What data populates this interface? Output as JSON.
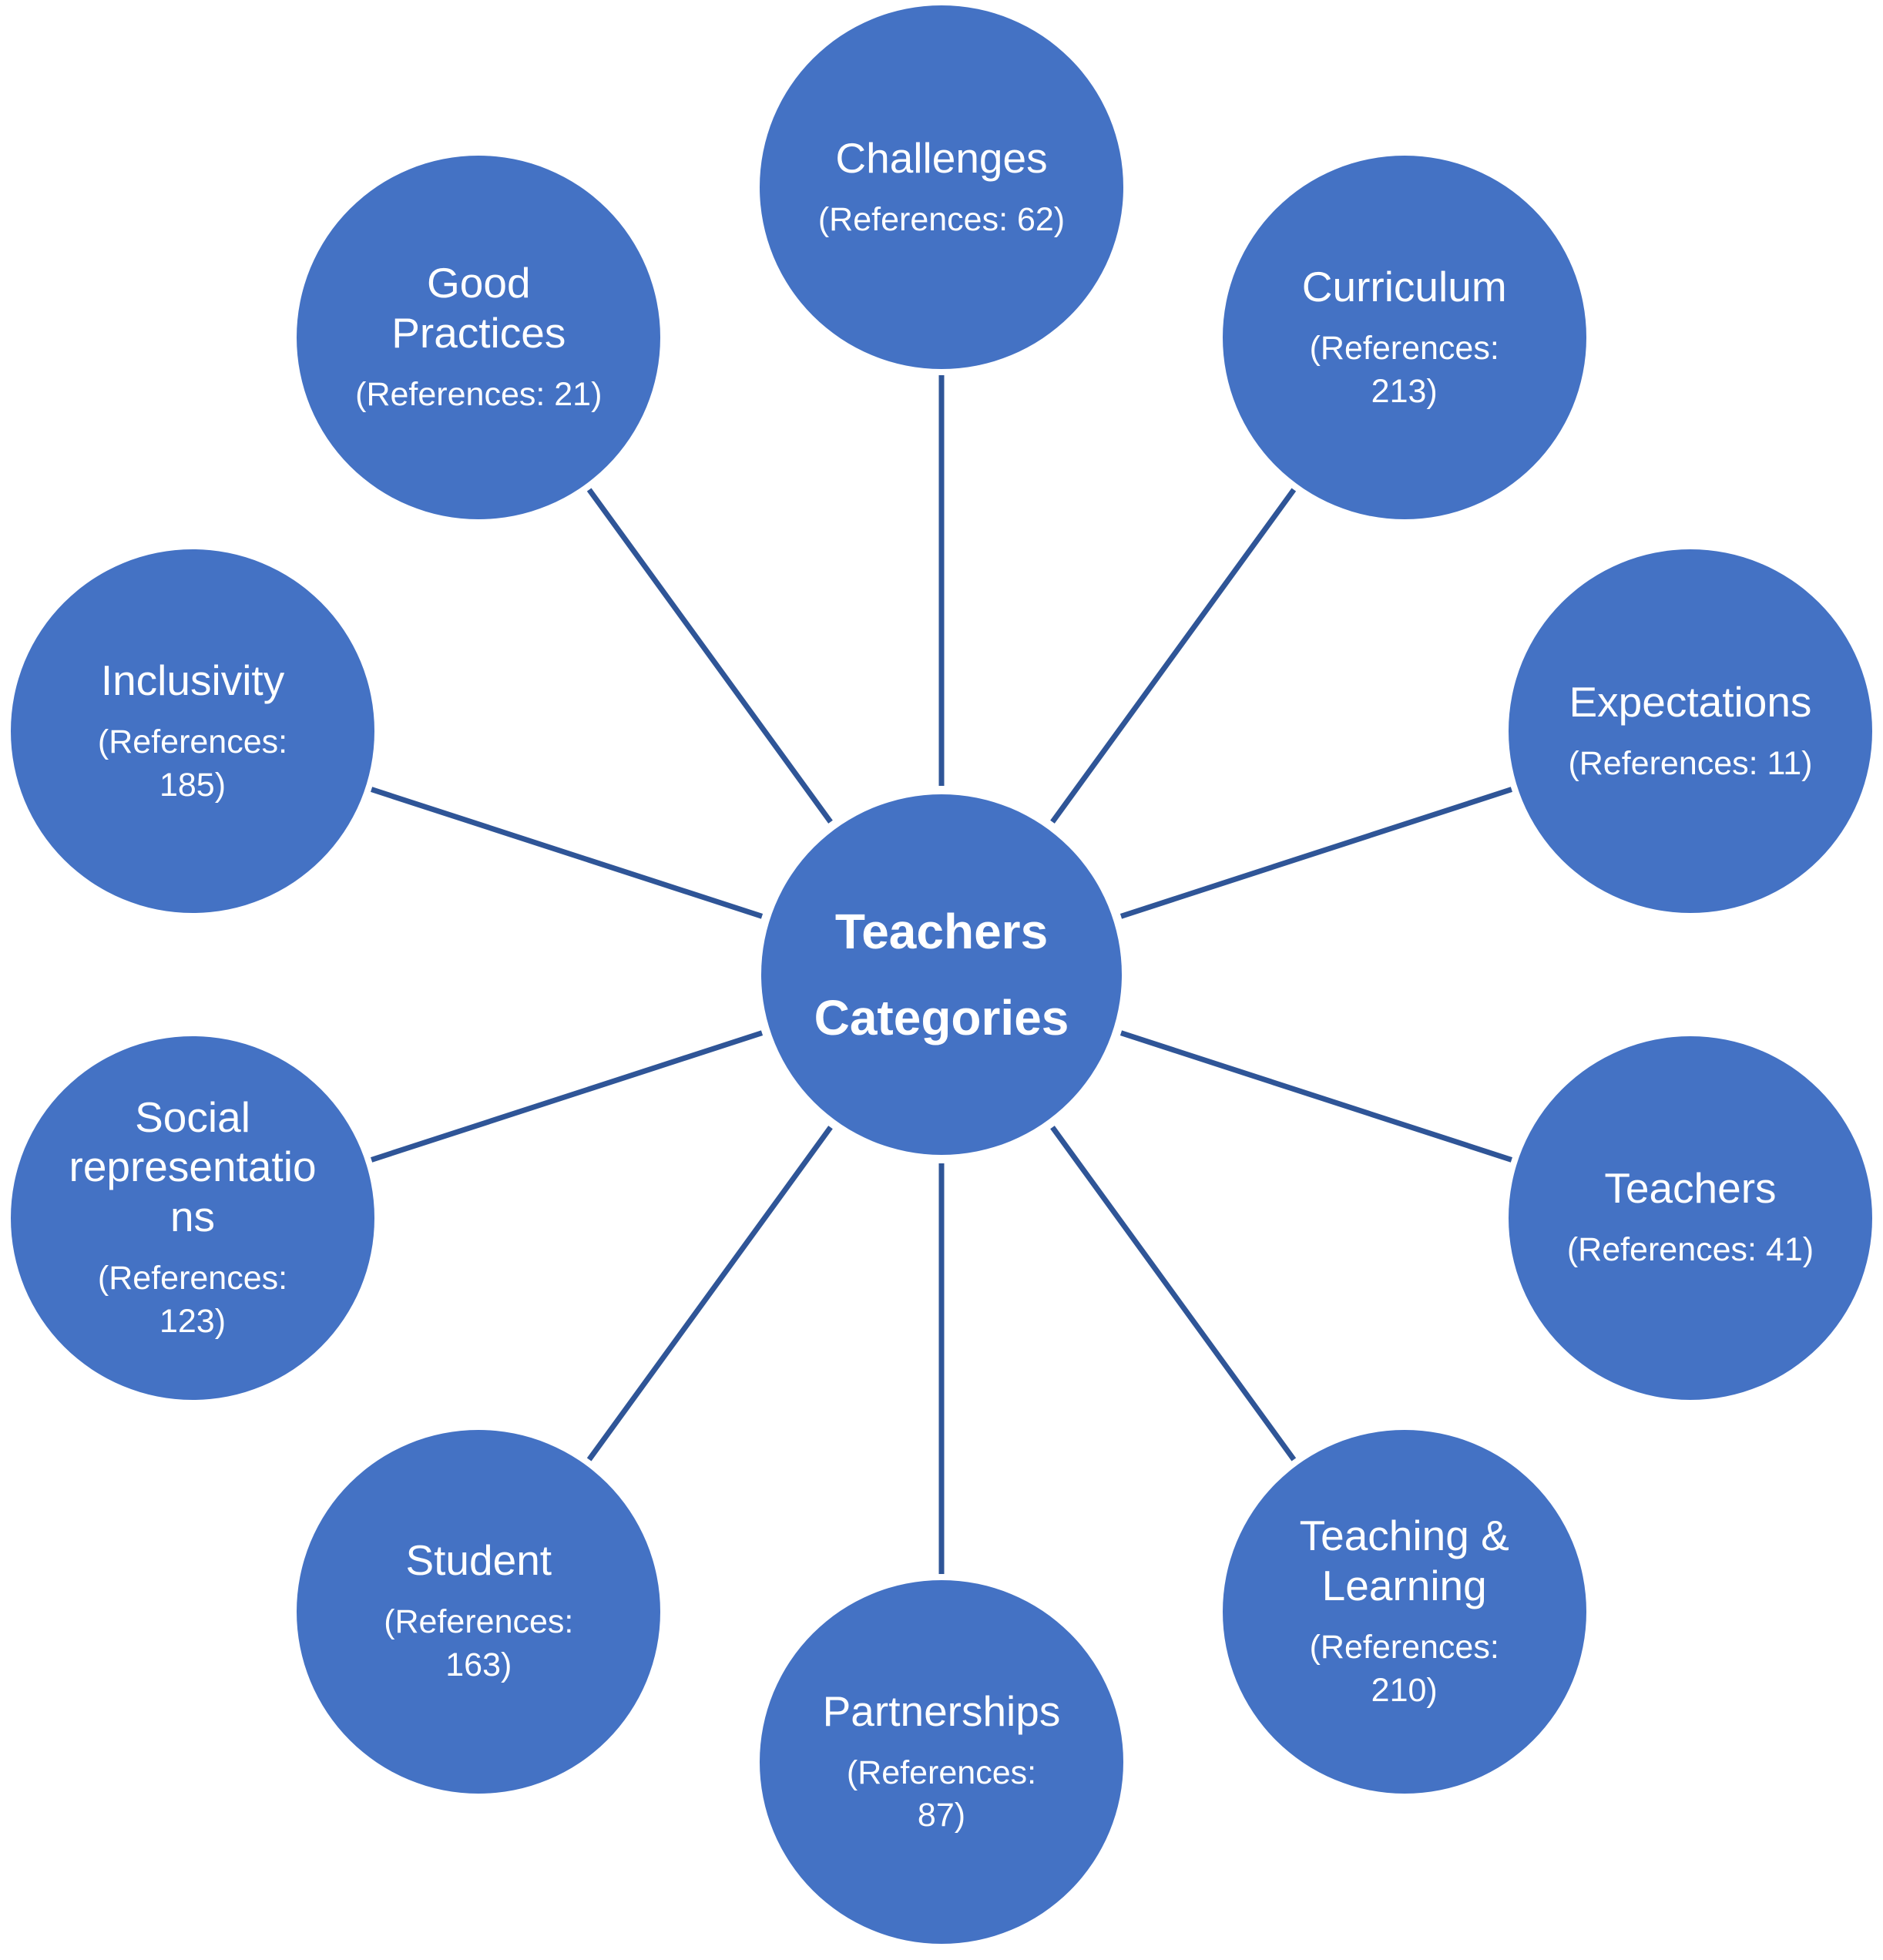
{
  "colors": {
    "node_fill": "#4472C4",
    "connector": "#2F5597",
    "text": "#FFFFFF"
  },
  "center": {
    "label": "Teachers\nCategories"
  },
  "categories": [
    {
      "id": "challenges",
      "label": "Challenges",
      "refs": "(References: 62)"
    },
    {
      "id": "curriculum",
      "label": "Curriculum",
      "refs": "(References:\n213)"
    },
    {
      "id": "expectations",
      "label": "Expectations",
      "refs": "(References: 11)"
    },
    {
      "id": "teachers",
      "label": "Teachers",
      "refs": "(References: 41)"
    },
    {
      "id": "teaching-learning",
      "label": "Teaching &\nLearning",
      "refs": "(References:\n210)"
    },
    {
      "id": "partnerships",
      "label": "Partnerships",
      "refs": "(References:\n87)"
    },
    {
      "id": "student",
      "label": "Student",
      "refs": "(References:\n163)"
    },
    {
      "id": "social-representations",
      "label": "Social\nrepresentatio\nns",
      "refs": "(References:\n123)"
    },
    {
      "id": "inclusivity",
      "label": "Inclusivity",
      "refs": "(References:\n185)"
    },
    {
      "id": "good-practices",
      "label": "Good\nPractices",
      "refs": "(References: 21)"
    }
  ]
}
